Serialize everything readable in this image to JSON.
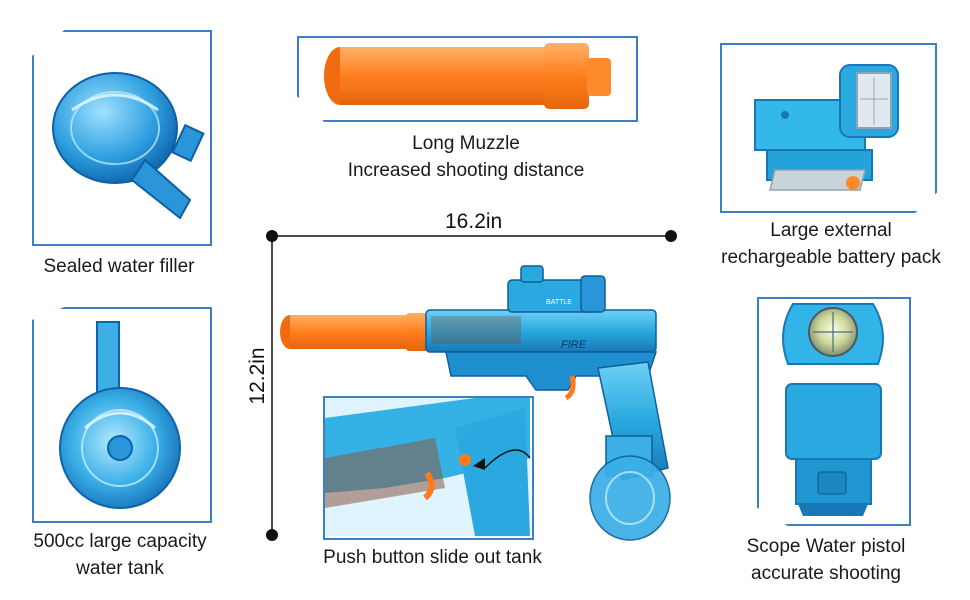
{
  "features": {
    "filler": {
      "label": "Sealed water filler",
      "icon": "water-filler-icon"
    },
    "muzzle": {
      "line1": "Long Muzzle",
      "line2": "Increased shooting distance",
      "icon": "muzzle-icon"
    },
    "battery": {
      "line1": "Large external",
      "line2": "rechargeable battery pack",
      "icon": "battery-pack-icon"
    },
    "tank": {
      "line1": "500cc large capacity",
      "line2": "water tank",
      "icon": "water-tank-icon"
    },
    "pushbutton": {
      "label": "Push button slide out tank",
      "icon": "push-button-icon"
    },
    "scope": {
      "line1": "Scope Water pistol",
      "line2": "accurate shooting",
      "icon": "scope-icon"
    }
  },
  "dimensions": {
    "width": "16.2in",
    "height": "12.2in"
  },
  "product": {
    "slide_text": "FIRE",
    "brand_text": "BATTLE",
    "colors": {
      "body": "#29a9e0",
      "body_dark": "#1877b6",
      "muzzle": "#ff8a2b",
      "frame": "#3b7fc4",
      "trigger": "#ff7a1a"
    }
  }
}
